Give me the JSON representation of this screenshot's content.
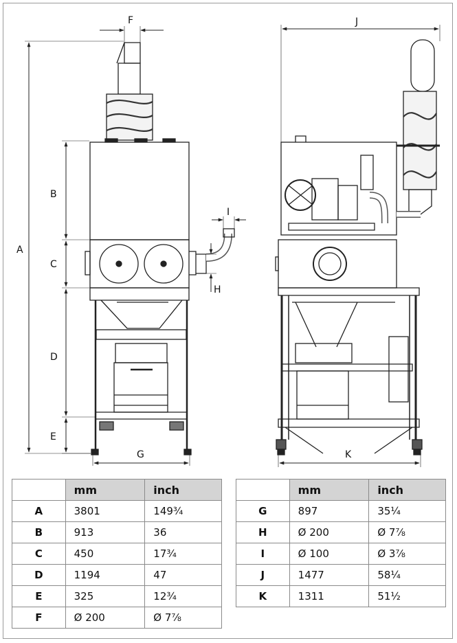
{
  "dimension_labels": [
    "A",
    "B",
    "C",
    "D",
    "E",
    "F",
    "G",
    "H",
    "I",
    "J",
    "K"
  ],
  "tables": {
    "columns": [
      "",
      "mm",
      "inch"
    ],
    "left": [
      {
        "key": "A",
        "mm": "3801",
        "inch": "149¾"
      },
      {
        "key": "B",
        "mm": "913",
        "inch": "36"
      },
      {
        "key": "C",
        "mm": "450",
        "inch": "17¾"
      },
      {
        "key": "D",
        "mm": "1194",
        "inch": "47"
      },
      {
        "key": "E",
        "mm": "325",
        "inch": "12¾"
      },
      {
        "key": "F",
        "mm": "Ø 200",
        "inch": "Ø 7⅞"
      }
    ],
    "right": [
      {
        "key": "G",
        "mm": "897",
        "inch": "35¼"
      },
      {
        "key": "H",
        "mm": "Ø 200",
        "inch": "Ø 7⅞"
      },
      {
        "key": "I",
        "mm": "Ø 100",
        "inch": "Ø 3⅞"
      },
      {
        "key": "J",
        "mm": "1477",
        "inch": "58¼"
      },
      {
        "key": "K",
        "mm": "1311",
        "inch": "51½"
      }
    ]
  }
}
